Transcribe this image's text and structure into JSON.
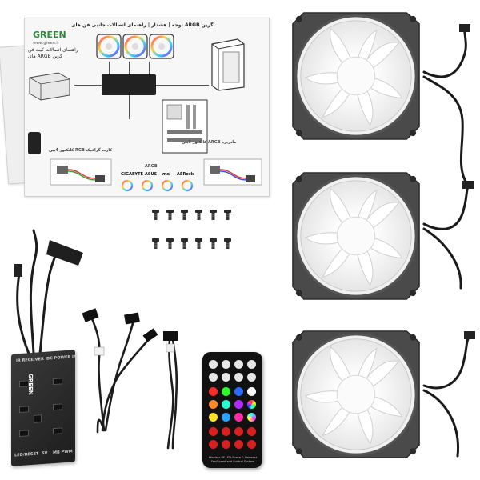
{
  "manual": {
    "brand": "GREEN",
    "brand_sub": "www.green.ir",
    "heading": "توجه | هشدار | راهنمای اتصالات جانبی فن های ARGB گرین",
    "guide_title": "راهنمای اتصالات کیت فن های ARGB گرین",
    "connector_label_1": "کانکتور 3پین ARGB مادربرد",
    "connector_label_2": "کانکتور 4پین RGB کارت گرافیک",
    "argb_label": "ARGB",
    "vendors": [
      "GIGABYTE",
      "ASUS",
      "msi",
      "ASRock"
    ]
  },
  "hub": {
    "logo": "GREEN",
    "labels": [
      "IR RECEIVER",
      "DC POWER IN",
      "LED/RESET",
      "5V",
      "MB PWM"
    ]
  },
  "remote": {
    "caption": "Wireless RF LED Scene & Warmest Fan/Speed and Control System"
  },
  "colors": {
    "fan_frame": "#3c3c3c",
    "fan_blade": "#ffffff",
    "hub_body": "#262626",
    "remote_body": "#111111",
    "brand_green": "#2e8b3a"
  },
  "items": {
    "fan_count": 3,
    "screw_count": 12
  }
}
